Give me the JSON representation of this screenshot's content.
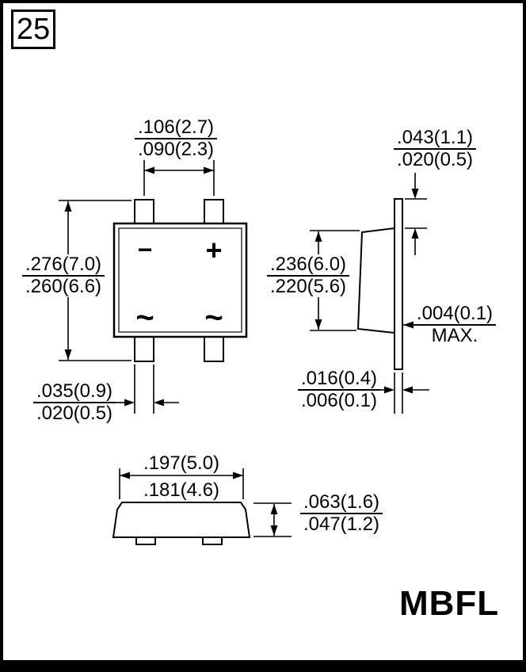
{
  "page": {
    "number": "25",
    "part_name": "MBFL"
  },
  "top_view": {
    "symbols": {
      "minus": "−",
      "plus": "+",
      "ac_left": "~",
      "ac_right": "~"
    },
    "dim_lead_pitch": {
      "top": ".106(2.7)",
      "bottom": ".090(2.3)"
    },
    "dim_overall_height": {
      "top": ".276(7.0)",
      "bottom": ".260(6.6)"
    },
    "dim_lead_width": {
      "top": ".035(0.9)",
      "bottom": ".020(0.5)"
    }
  },
  "side_view": {
    "dim_lead_extension": {
      "top": ".043(1.1)",
      "bottom": ".020(0.5)"
    },
    "dim_body_height": {
      "top": ".236(6.0)",
      "bottom": ".220(5.6)"
    },
    "dim_standoff": {
      "top": ".004(0.1)",
      "bottom": "MAX."
    },
    "dim_lead_thickness": {
      "top": ".016(0.4)",
      "bottom": ".006(0.1)"
    }
  },
  "bottom_view": {
    "dim_body_width": {
      "top": ".197(5.0)",
      "bottom": ".181(4.6)"
    },
    "dim_body_thickness": {
      "top": ".063(1.6)",
      "bottom": ".047(1.2)"
    }
  }
}
